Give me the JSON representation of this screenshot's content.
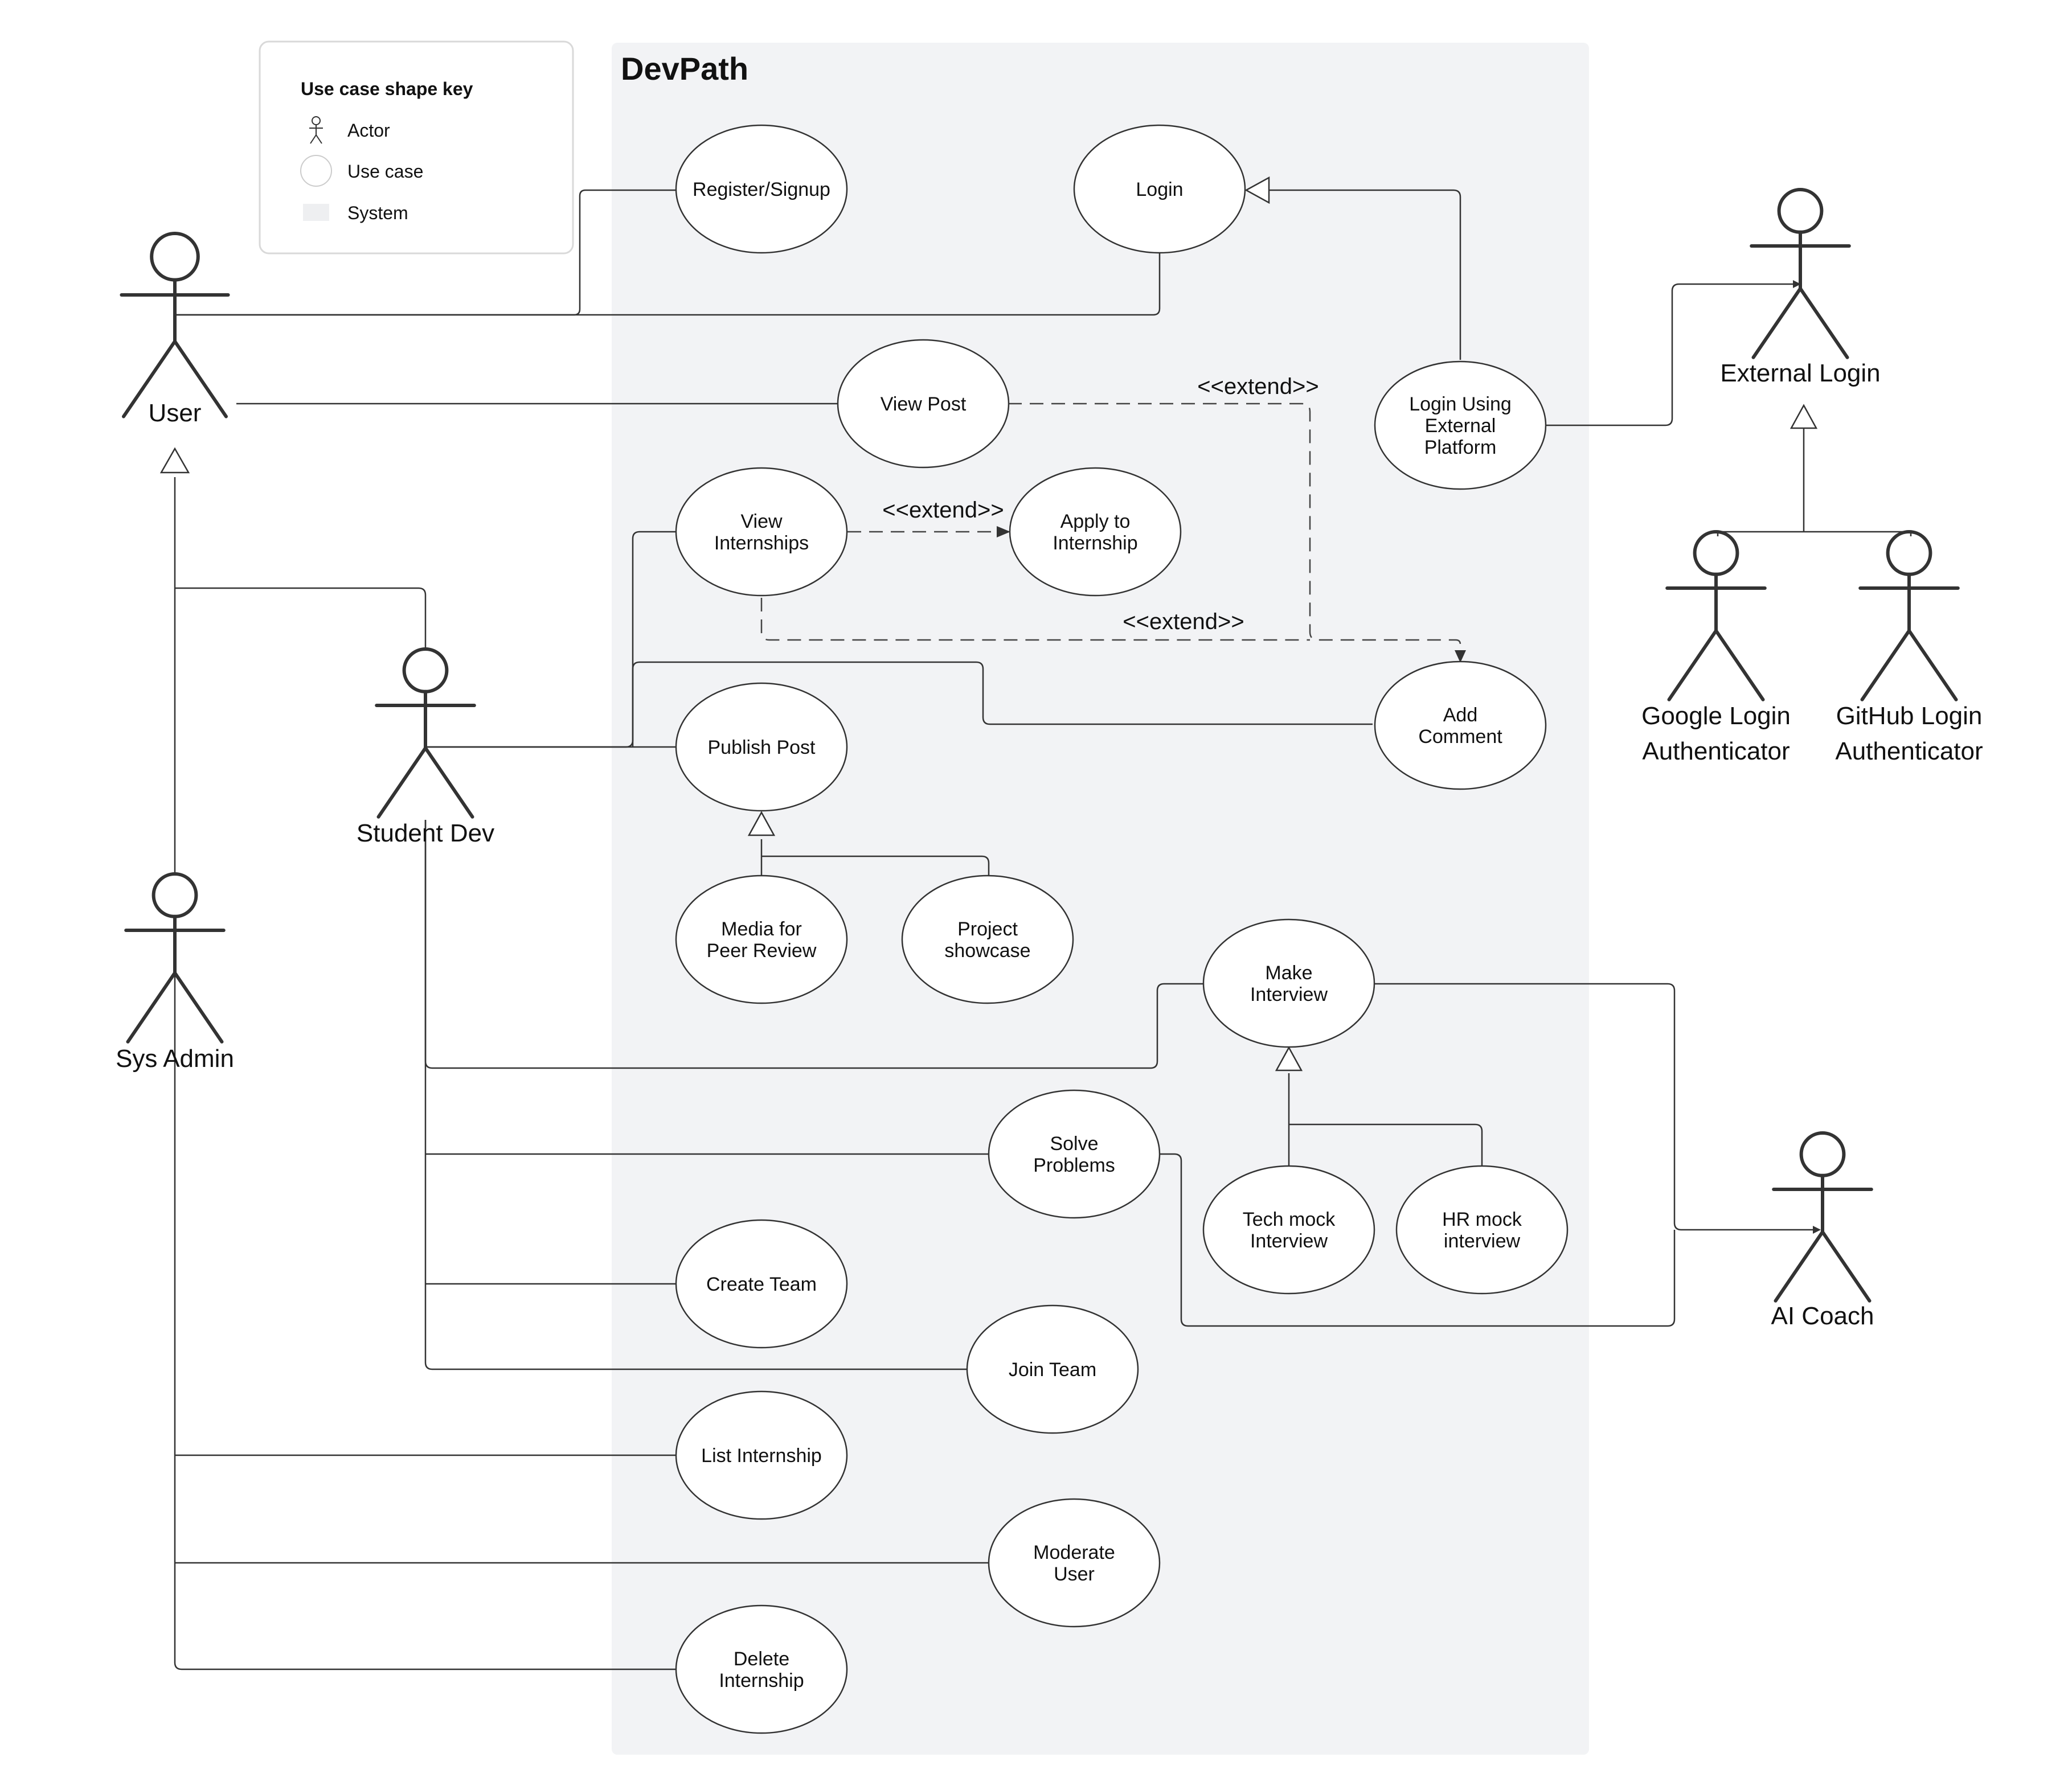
{
  "system": {
    "title": "DevPath",
    "fill": "#f2f3f5"
  },
  "key": {
    "title": "Use case shape key",
    "items": [
      {
        "icon": "actor-icon",
        "label": "Actor"
      },
      {
        "icon": "use-case-icon",
        "label": "Use case"
      },
      {
        "icon": "system-icon",
        "label": "System"
      }
    ]
  },
  "actors": {
    "user": [
      "User"
    ],
    "student": [
      "Student Dev"
    ],
    "admin": [
      "Sys Admin"
    ],
    "external": [
      "External Login"
    ],
    "google": [
      "Google Login",
      "Authenticator"
    ],
    "github": [
      "GitHub Login",
      "Authenticator"
    ],
    "ai": [
      "AI Coach"
    ]
  },
  "usecases": {
    "register": [
      "Register/Signup"
    ],
    "login": [
      "Login"
    ],
    "view_post": [
      "View Post"
    ],
    "login_ext": [
      "Login Using",
      "External",
      "Platform"
    ],
    "view_intern": [
      "View",
      "Internships"
    ],
    "apply": [
      "Apply to",
      "Internship"
    ],
    "add_comment": [
      "Add",
      "Comment"
    ],
    "publish": [
      "Publish Post"
    ],
    "media": [
      "Media for",
      "Peer Review"
    ],
    "project": [
      "Project",
      "showcase"
    ],
    "make_interview": [
      "Make",
      "Interview"
    ],
    "solve": [
      "Solve",
      "Problems"
    ],
    "tech_mock": [
      "Tech mock",
      "Interview"
    ],
    "hr_mock": [
      "HR mock",
      "interview"
    ],
    "create_team": [
      "Create Team"
    ],
    "join_team": [
      "Join Team"
    ],
    "list_intern": [
      "List Internship"
    ],
    "moderate": [
      "Moderate",
      "User"
    ],
    "delete_intern": [
      "Delete",
      "Internship"
    ]
  },
  "stereotypes": {
    "extend_view_post": "<<extend>>",
    "extend_apply": "<<extend>>",
    "extend_intern_comment": "<<extend>>"
  },
  "colors": {
    "line": "#333333",
    "dashed": "#555555",
    "key_border": "#d9d9d9"
  }
}
